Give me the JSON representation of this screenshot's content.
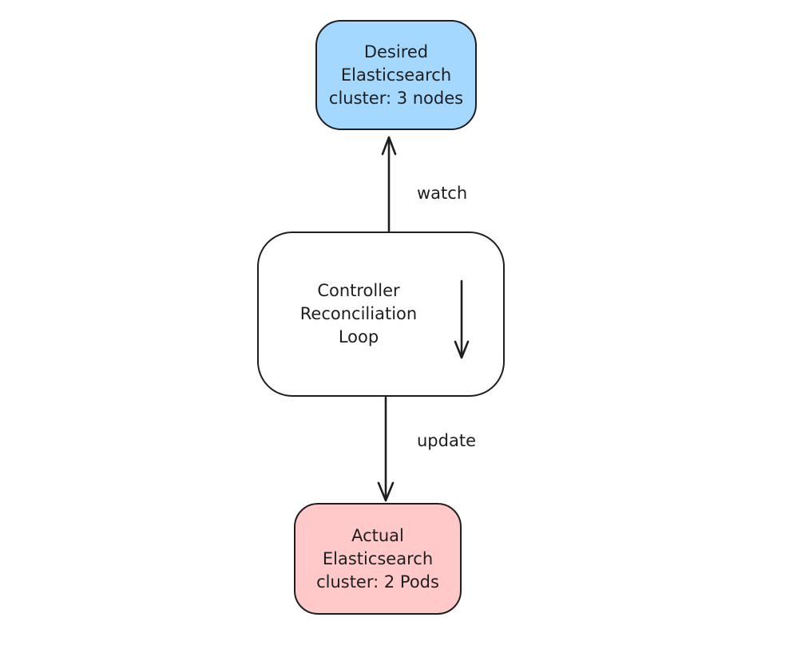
{
  "diagram": {
    "title": "Controller reconciliation loop diagram",
    "nodes": [
      {
        "id": "desired-cluster",
        "label": "Desired\nElasticsearch\ncluster: 3 nodes",
        "fill": "#a5d8ff",
        "stroke": "#1e1e1e"
      },
      {
        "id": "controller-loop",
        "label": "Controller\nReconciliation\nLoop",
        "fill": "#ffffff",
        "stroke": "#1e1e1e"
      },
      {
        "id": "actual-cluster",
        "label": "Actual\nElasticsearch\ncluster: 2 Pods",
        "fill": "#ffc9c9",
        "stroke": "#1e1e1e"
      }
    ],
    "edges": [
      {
        "id": "watch",
        "label": "watch",
        "from": "controller-loop",
        "to": "desired-cluster",
        "direction": "up"
      },
      {
        "id": "update",
        "label": "update",
        "from": "controller-loop",
        "to": "actual-cluster",
        "direction": "down"
      },
      {
        "id": "loop",
        "label": "",
        "from": "controller-loop",
        "to": "controller-loop",
        "direction": "down"
      }
    ],
    "colors": {
      "background": "#ffffff",
      "stroke": "#1e1e1e",
      "desired_fill": "#a5d8ff",
      "actual_fill": "#ffc9c9",
      "controller_fill": "#ffffff"
    }
  }
}
